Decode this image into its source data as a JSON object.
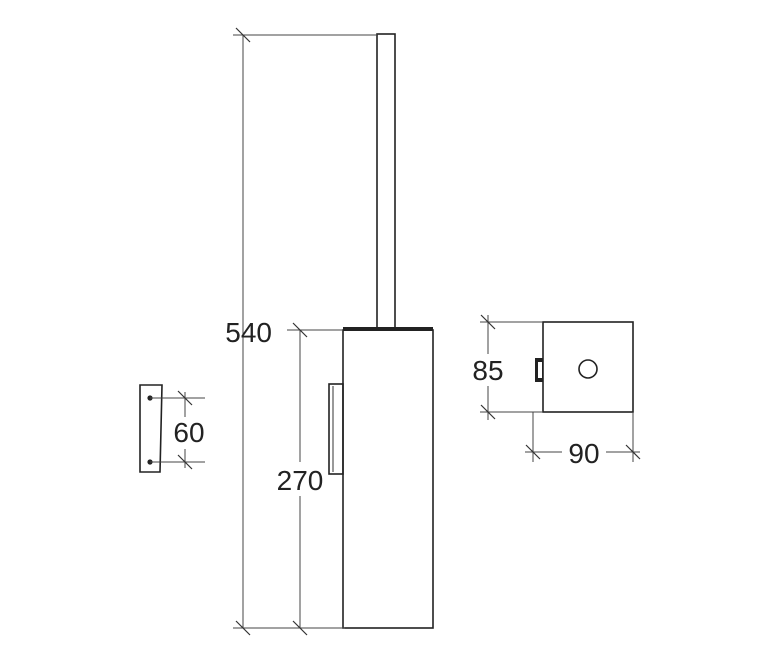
{
  "dimensions": {
    "total_height": "540",
    "body_height": "270",
    "bracket_spacing": "60",
    "depth": "85",
    "width": "90"
  }
}
